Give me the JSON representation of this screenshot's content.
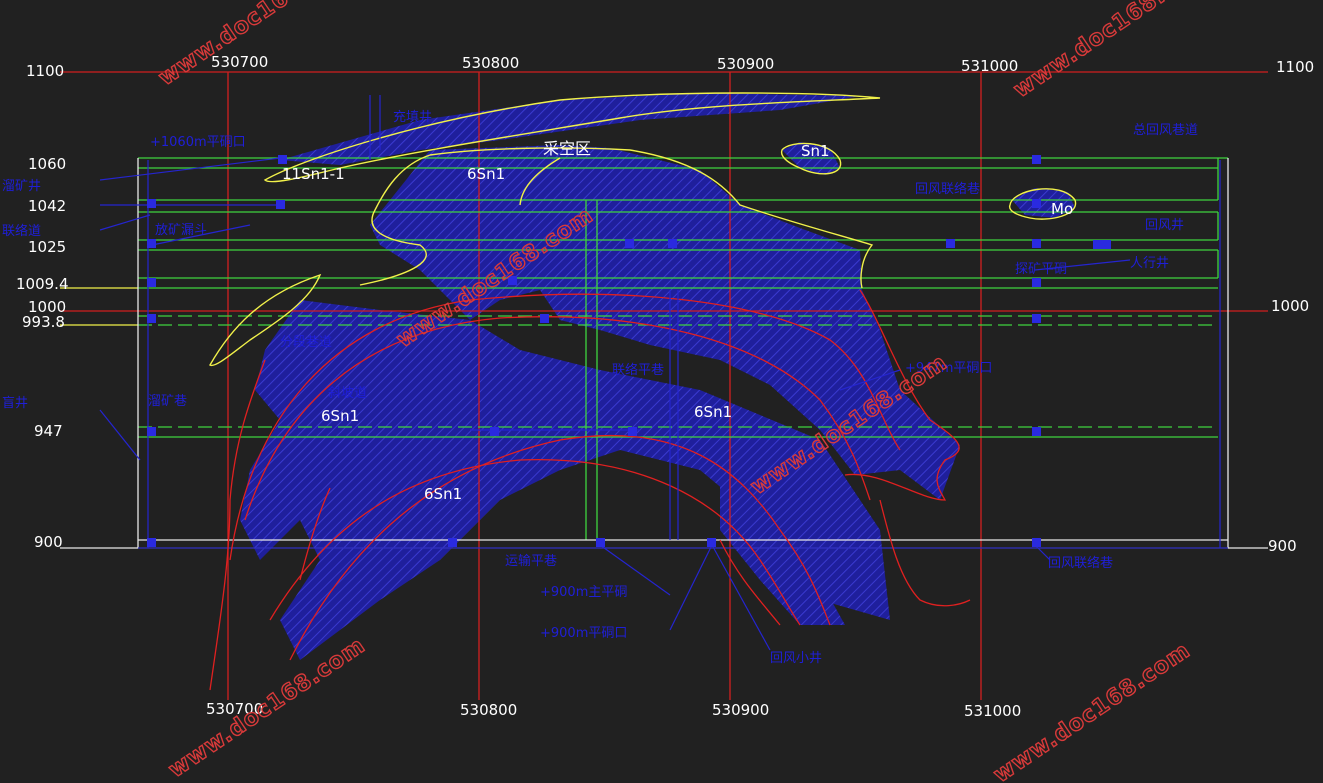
{
  "x_labels_top": [
    "530700",
    "530800",
    "530900",
    "531000"
  ],
  "x_labels_bottom": [
    "530700",
    "530800",
    "530900",
    "531000"
  ],
  "elev_left": [
    "1100",
    "1060",
    "1042",
    "1025",
    "1009.4",
    "1000",
    "993.8",
    "947",
    "900"
  ],
  "elev_right": [
    "1100",
    "1000",
    "900"
  ],
  "ore_labels": {
    "a": "11Sn1-1",
    "b": "6Sn1",
    "c": "Sn1",
    "d": "Mo",
    "e": "6Sn1",
    "f": "6Sn1",
    "g": "6Sn1"
  },
  "mined_area": "采空区",
  "level_labels": {
    "l1060": "+1060m平硐口",
    "l947": "+947m平硐口",
    "l900a": "+900m主平硐",
    "l900b": "+900m平硐口",
    "nv": "回风小井",
    "air": "回风联络巷",
    "air2": "回风联络巷",
    "shaft": "溜矿井",
    "zk": "盲井",
    "main": "运输平巷",
    "lianlu": "联络道",
    "east": "回风井",
    "tk": "放矿漏斗",
    "sh": "充填井",
    "rise": "人行井",
    "top": "总回风巷道",
    "xx": "探矿平硐",
    "yy": "分段巷道",
    "zz": "斜坡道",
    "cc": "溜矿巷",
    "dd": "联络平巷"
  },
  "watermark": "www.doc168.com",
  "colors": {
    "background": "#212121",
    "grid_red": "#d11f1f",
    "level_green": "#3fd43f",
    "outline_yellow": "#f1f14a",
    "ore_blue": "#1f1f9c",
    "label_blue": "#1f1fd8",
    "watermark": "#d83a3a"
  }
}
